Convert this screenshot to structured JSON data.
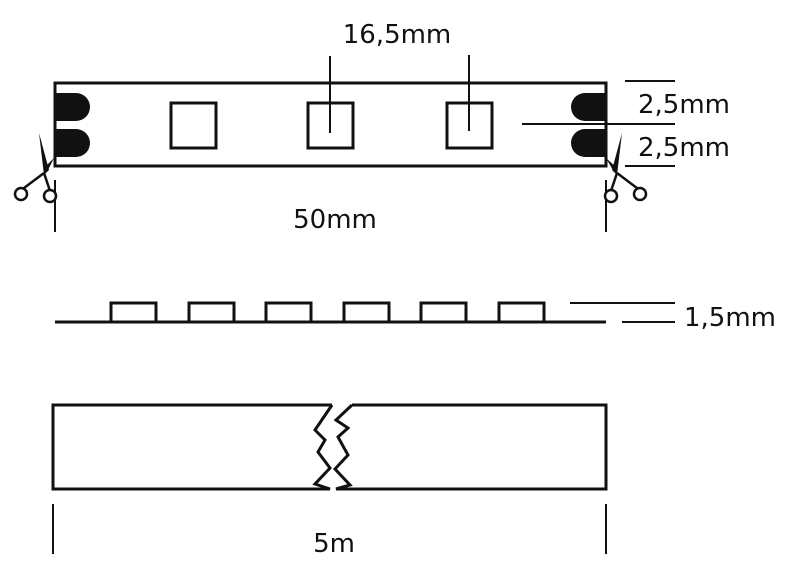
{
  "diagram": {
    "colors": {
      "stroke": "#111111",
      "background": "#ffffff"
    },
    "top_view": {
      "led_pitch_label": "16,5mm",
      "pad_height_label_1": "2,5mm",
      "pad_height_label_2": "2,5mm",
      "segment_length_label": "50mm",
      "led_count": 3,
      "cut_marks": [
        "scissors-left",
        "scissors-right"
      ]
    },
    "side_view": {
      "thickness_label": "1,5mm",
      "led_count": 6
    },
    "full_strip": {
      "length_label": "5m",
      "break_mark": "zigzag"
    }
  }
}
